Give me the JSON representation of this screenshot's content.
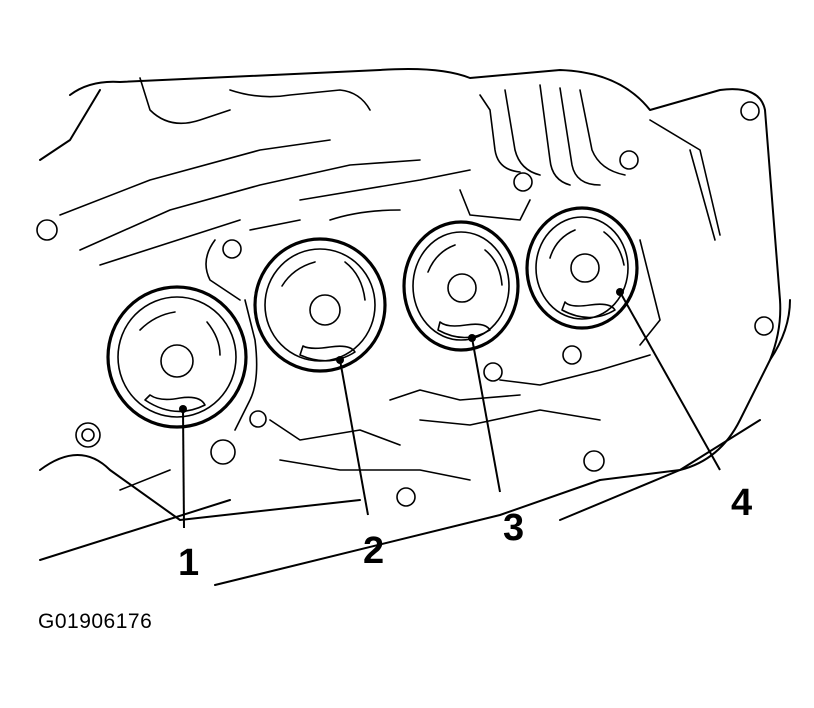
{
  "callouts": [
    {
      "id": "1",
      "label": "1"
    },
    {
      "id": "2",
      "label": "2"
    },
    {
      "id": "3",
      "label": "3"
    },
    {
      "id": "4",
      "label": "4"
    }
  ],
  "figure_code": "G01906176"
}
